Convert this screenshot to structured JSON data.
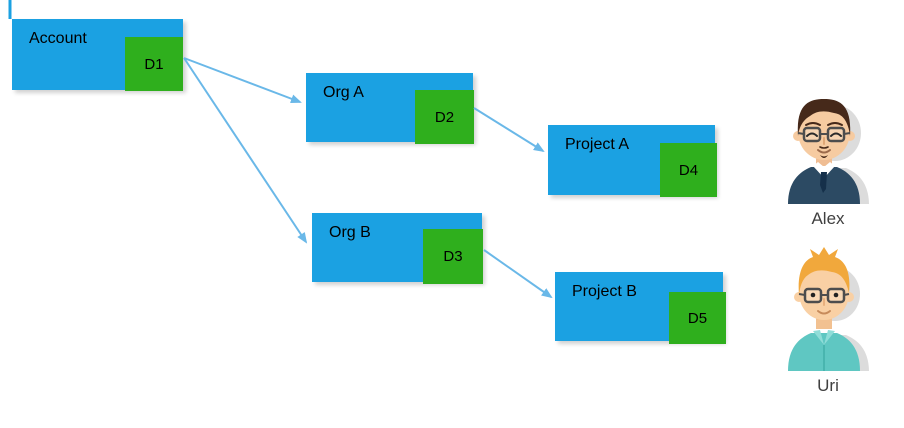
{
  "diagram": {
    "nodes": {
      "account": {
        "label": "Account",
        "badge": "D1"
      },
      "org_a": {
        "label": "Org A",
        "badge": "D2"
      },
      "org_b": {
        "label": "Org B",
        "badge": "D3"
      },
      "project_a": {
        "label": "Project A",
        "badge": "D4"
      },
      "project_b": {
        "label": "Project B",
        "badge": "D5"
      }
    },
    "edges": [
      {
        "from": "D1",
        "to": "Org A"
      },
      {
        "from": "D1",
        "to": "Org B"
      },
      {
        "from": "D2",
        "to": "Project A"
      },
      {
        "from": "D3",
        "to": "Project B"
      }
    ]
  },
  "users": {
    "alex": {
      "name": "Alex"
    },
    "uri": {
      "name": "Uri"
    }
  },
  "colors": {
    "node_fill": "#1BA1E2",
    "badge_fill": "#2FAF1D",
    "arrow": "#6AB8E8",
    "label_text": "#000000",
    "user_name_text": "#404040"
  }
}
